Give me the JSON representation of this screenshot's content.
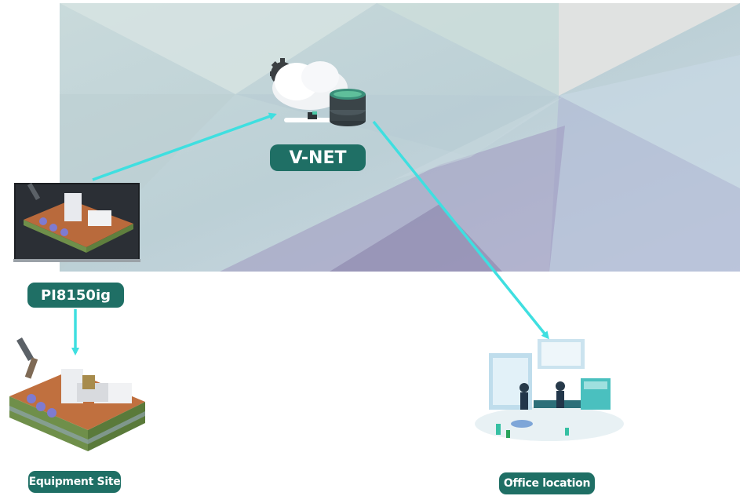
{
  "nodes": {
    "vnet": {
      "label": "V-NET"
    },
    "device": {
      "label": "PI8150ig"
    },
    "equipment_site": {
      "label": "Equipment Site"
    },
    "office": {
      "label": "Office location"
    }
  },
  "colors": {
    "arrow": "#3fdfe0",
    "label_bg": "#1f6f65",
    "label_text": "#ffffff"
  },
  "icons": [
    "cloud-database-icon",
    "gear-icon",
    "monitor-icon",
    "factory-line-icon",
    "robot-arm-icon",
    "office-workers-icon"
  ]
}
